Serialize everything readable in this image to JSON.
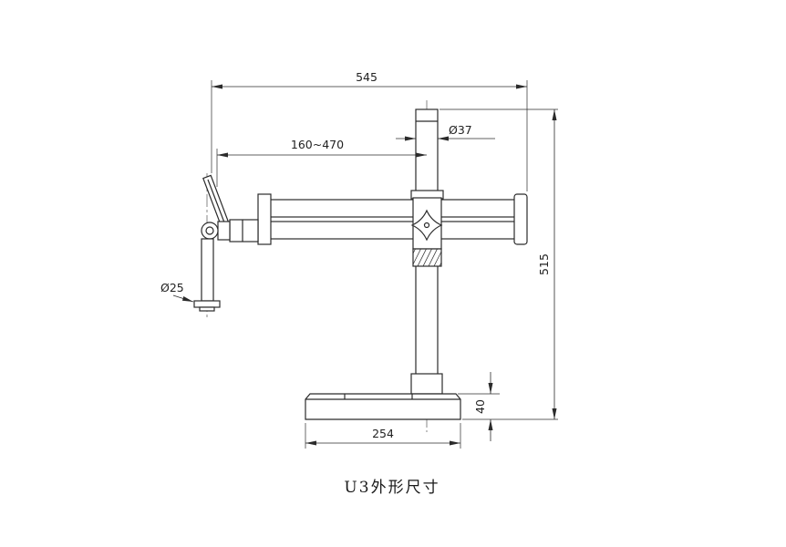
{
  "caption": "U3外形尺寸",
  "dimensions": {
    "overall_width": "545",
    "column_diameter": "Ø37",
    "arm_range": "160~470",
    "overall_height": "515",
    "post_diameter": "Ø25",
    "base_depth": "254",
    "base_height": "40"
  }
}
